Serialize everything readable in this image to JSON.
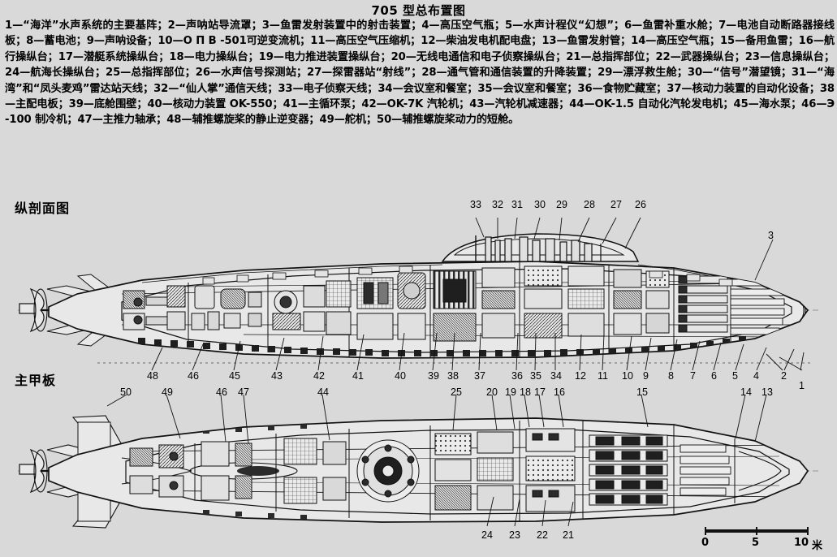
{
  "title": "705 型总布置图",
  "legend": {
    "text": "1—“海洋”水声系统的主要基阵；2—声呐站导流罩；3—鱼雷发射装置中的射击装置；4—高压空气瓶；5—水声计程仪“幻想”；6—鱼雷补重水舱；7—电池自动断路器接线板；8—蓄电池；9—声呐设备；10—О П В -501可逆变流机；11—高压空气压缩机；12—柴油发电机配电盘；13—鱼雷发射管；14—高压空气瓶；15—备用鱼雷；16—航行操纵台；17—潜艇系统操纵台；18—电力操纵台；19—电力推进装置操纵台；20—无线电通信和电子侦察操纵台；21—总指挥部位；22—武器操纵台；23—信息操纵台；24—航海长操纵台；25—总指挥部位；26—水声信号探测站；27—探雷器站“射线”；28—通气管和通信装置的升降装置；29—漂浮救生舱；30—“信号”潜望镜；31—“海湾”和“凤头麦鸡”雷达站天线；32—“仙人掌”通信天线；33—电子侦察天线；34—会议室和餐室；35—会议室和餐室；36—食物贮藏室；37—核动力装置的自动化设备；38—主配电板；39—底舱围壁；40—核动力装置 OK-550；41—主循环泵；42—OK-7K 汽轮机；43—汽轮机减速器；44—OK-1.5 自动化汽轮发电机；45—海水泵；46—Э -100 制冷机；47—主推力轴承；48—辅推螺旋桨的静止逆变器；49—舵机；50—辅推螺旋桨动力的短舱。",
    "items": [
      {
        "n": "1",
        "label": "“海洋”水声系统的主要基阵"
      },
      {
        "n": "2",
        "label": "声呐站导流罩"
      },
      {
        "n": "3",
        "label": "鱼雷发射装置中的射击装置"
      },
      {
        "n": "4",
        "label": "高压空气瓶"
      },
      {
        "n": "5",
        "label": "水声计程仪“幻想”"
      },
      {
        "n": "6",
        "label": "鱼雷补重水舱"
      },
      {
        "n": "7",
        "label": "电池自动断路器接线板"
      },
      {
        "n": "8",
        "label": "蓄电池"
      },
      {
        "n": "9",
        "label": "声呐设备"
      },
      {
        "n": "10",
        "label": "О П В -501可逆变流机"
      },
      {
        "n": "11",
        "label": "高压空气压缩机"
      },
      {
        "n": "12",
        "label": "柴油发电机配电盘"
      },
      {
        "n": "13",
        "label": "鱼雷发射管"
      },
      {
        "n": "14",
        "label": "高压空气瓶"
      },
      {
        "n": "15",
        "label": "备用鱼雷"
      },
      {
        "n": "16",
        "label": "航行操纵台"
      },
      {
        "n": "17",
        "label": "潜艇系统操纵台"
      },
      {
        "n": "18",
        "label": "电力操纵台"
      },
      {
        "n": "19",
        "label": "电力推进装置操纵台"
      },
      {
        "n": "20",
        "label": "无线电通信和电子侦察操纵台"
      },
      {
        "n": "21",
        "label": "总指挥部位"
      },
      {
        "n": "22",
        "label": "武器操纵台"
      },
      {
        "n": "23",
        "label": "信息操纵台"
      },
      {
        "n": "24",
        "label": "航海长操纵台"
      },
      {
        "n": "25",
        "label": "总指挥部位"
      },
      {
        "n": "26",
        "label": "水声信号探测站"
      },
      {
        "n": "27",
        "label": "探雷器站“射线”"
      },
      {
        "n": "28",
        "label": "通气管和通信装置的升降装置"
      },
      {
        "n": "29",
        "label": "漂浮救生舱"
      },
      {
        "n": "30",
        "label": "“信号”潜望镜"
      },
      {
        "n": "31",
        "label": "“海湾”和“凤头麦鸡”雷达站天线"
      },
      {
        "n": "32",
        "label": "“仙人掌”通信天线"
      },
      {
        "n": "33",
        "label": "电子侦察天线"
      },
      {
        "n": "34",
        "label": "会议室和餐室"
      },
      {
        "n": "35",
        "label": "会议室和餐室"
      },
      {
        "n": "36",
        "label": "食物贮藏室"
      },
      {
        "n": "37",
        "label": "核动力装置的自动化设备"
      },
      {
        "n": "38",
        "label": "主配电板"
      },
      {
        "n": "39",
        "label": "底舱围壁"
      },
      {
        "n": "40",
        "label": "核动力装置 OK-550"
      },
      {
        "n": "41",
        "label": "主循环泵"
      },
      {
        "n": "42",
        "label": "OK-7K 汽轮机"
      },
      {
        "n": "43",
        "label": "汽轮机减速器"
      },
      {
        "n": "44",
        "label": "OK-1.5 自动化汽轮发电机"
      },
      {
        "n": "45",
        "label": "海水泵"
      },
      {
        "n": "46",
        "label": "Э -100 制冷机"
      },
      {
        "n": "47",
        "label": "主推力轴承"
      },
      {
        "n": "48",
        "label": "辅推螺旋桨的静止逆变器"
      },
      {
        "n": "49",
        "label": "舵机"
      },
      {
        "n": "50",
        "label": "辅推螺旋桨动力的短舱"
      }
    ]
  },
  "sections": {
    "profile_caption": "纵剖面图",
    "deck_caption": "主甲板"
  },
  "callouts": {
    "profile_top": [
      "33",
      "32",
      "31",
      "30",
      "29",
      "28",
      "27",
      "26",
      "3"
    ],
    "profile_bottom_upper": [
      "48",
      "46",
      "45",
      "43",
      "42",
      "41",
      "40",
      "39",
      "38",
      "37",
      "36",
      "35",
      "34",
      "12",
      "11",
      "10",
      "9",
      "8",
      "7",
      "6",
      "5",
      "4",
      "2",
      "1"
    ],
    "deck_upper": [
      "50",
      "49",
      "46",
      "47",
      "44",
      "25",
      "20",
      "19",
      "18",
      "17",
      "16",
      "15",
      "14",
      "13"
    ],
    "deck_bottom": [
      "24",
      "23",
      "22",
      "21"
    ]
  },
  "scale": {
    "ticks": [
      "0",
      "5",
      "10"
    ],
    "unit": "米"
  },
  "colors": {
    "background": "#d9d9d9",
    "ink": "#111111",
    "paper": "#e8e8e8"
  }
}
